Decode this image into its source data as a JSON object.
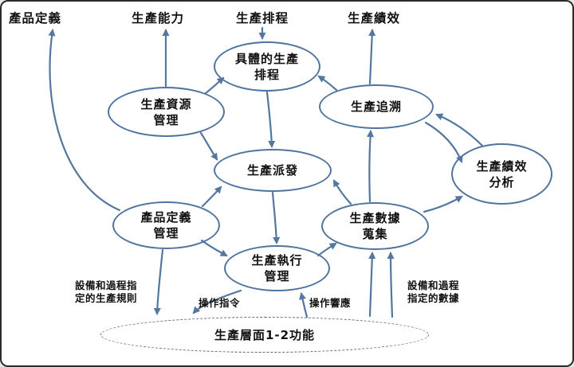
{
  "colors": {
    "arrow": "#53779E",
    "node_border": "#4F74A0",
    "dashed_border": "#5B6B7C",
    "text": "#111111",
    "background": "#FFFFFF"
  },
  "top_labels": [
    {
      "id": "product-definition",
      "text": "產品定義"
    },
    {
      "id": "production-capability",
      "text": "生產能力"
    },
    {
      "id": "production-scheduling",
      "text": "生產排程"
    },
    {
      "id": "production-performance",
      "text": "生產績效"
    }
  ],
  "nodes": [
    {
      "id": "detailed-production-scheduling",
      "lines": [
        "具體的生產",
        "排程"
      ]
    },
    {
      "id": "production-resource-management",
      "lines": [
        "生產資源",
        "管理"
      ]
    },
    {
      "id": "production-tracking",
      "lines": [
        "生產追溯"
      ]
    },
    {
      "id": "production-dispatching",
      "lines": [
        "生產派發"
      ]
    },
    {
      "id": "production-performance-analysis",
      "lines": [
        "生產績效",
        "分析"
      ]
    },
    {
      "id": "product-definition-management",
      "lines": [
        "產品定義",
        "管理"
      ]
    },
    {
      "id": "production-data-collection",
      "lines": [
        "生產數據",
        "蒐集"
      ]
    },
    {
      "id": "production-execution-management",
      "lines": [
        "生產執行",
        "管理"
      ]
    }
  ],
  "level_ellipse": {
    "text": "生產層面1-2功能"
  },
  "flow_labels": [
    {
      "id": "equipment-process-rules",
      "lines": [
        "設備和過程指",
        "定的生產規則"
      ]
    },
    {
      "id": "operation-commands",
      "lines": [
        "操作指令"
      ]
    },
    {
      "id": "operation-responses",
      "lines": [
        "操作響應"
      ]
    },
    {
      "id": "equipment-process-data",
      "lines": [
        "設備和過程",
        "指定的數據"
      ]
    }
  ]
}
